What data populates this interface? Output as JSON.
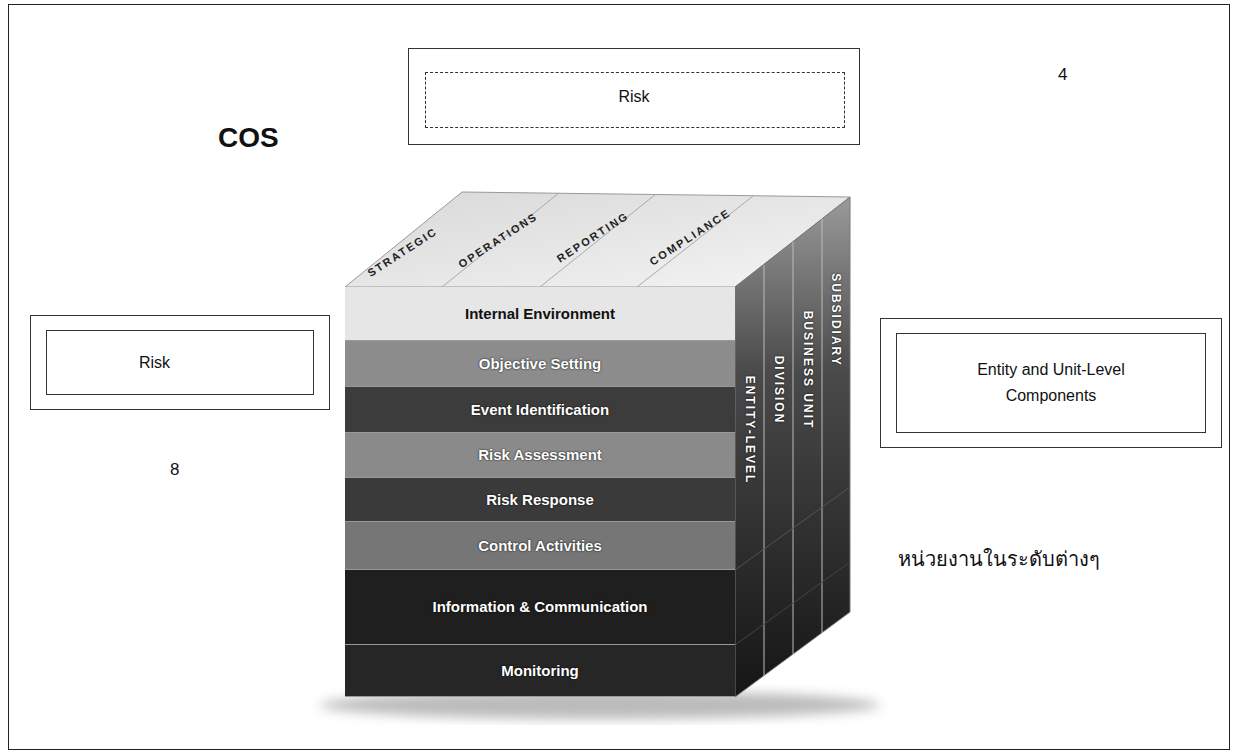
{
  "diagram": {
    "nodes": [
      {
        "text": [
          "Risk"
        ]
      },
      {
        "text": [
          "Risk"
        ]
      },
      {
        "text": [
          "Internal Environment"
        ]
      },
      {
        "text": [
          "Objective Setting"
        ]
      },
      {
        "text": [
          "Event Identification"
        ]
      },
      {
        "text": [
          "Risk Assessment"
        ]
      },
      {
        "text": [
          "Risk Response"
        ]
      },
      {
        "text": [
          "Control Activities"
        ]
      },
      {
        "text": [
          "Information & Communication"
        ]
      },
      {
        "text": [
          "Monitoring"
        ]
      },
      {
        "text": [
          "Entity and Unit-Level Components"
        ]
      }
    ],
    "labels": [
      "COS",
      "4",
      "8",
      "หน่วยงานในระดับต่างๆ",
      "STRATEGIC",
      "OPERATIONS",
      "REPORTING",
      "COMPLIANCE",
      "ENTITY-LEVEL",
      "DIVISION",
      "BUSINESS UNIT",
      "SUBSIDIARY"
    ]
  }
}
